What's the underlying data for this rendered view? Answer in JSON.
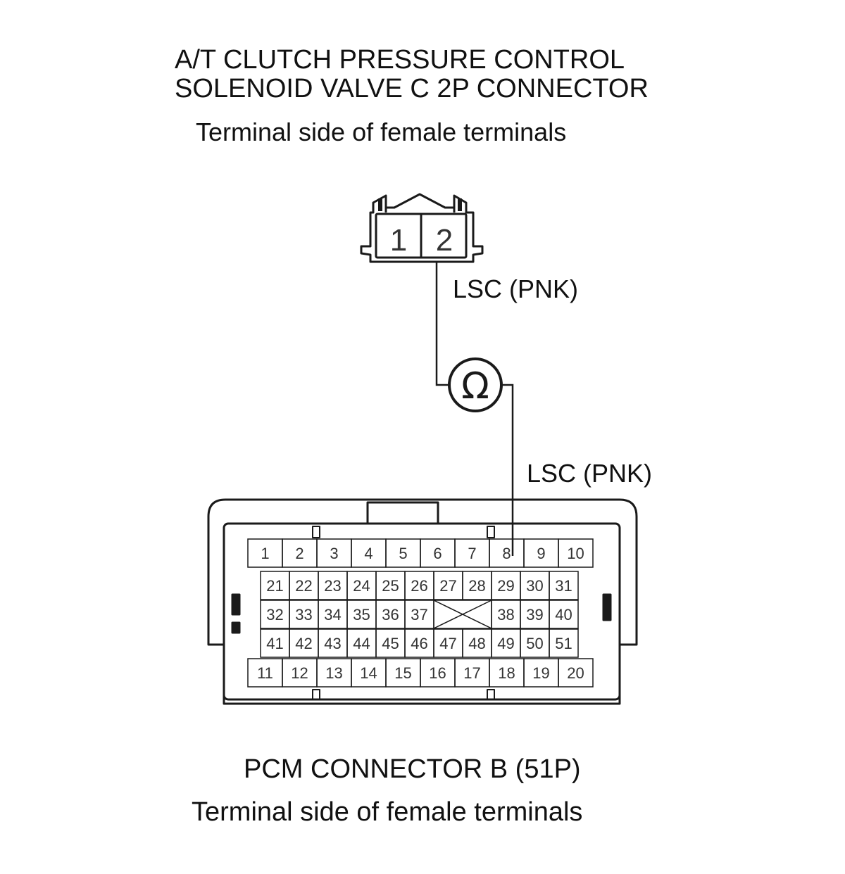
{
  "solenoid_connector": {
    "title_line1": "A/T CLUTCH PRESSURE CONTROL",
    "title_line2": "SOLENOID VALVE C 2P CONNECTOR",
    "view_note": "Terminal side of female terminals",
    "pins": [
      "1",
      "2"
    ]
  },
  "wire_upper": {
    "label": "LSC (PNK)"
  },
  "meter": {
    "symbol": "Ω",
    "icon": "ohmmeter-icon"
  },
  "wire_lower": {
    "label": "LSC (PNK)"
  },
  "pcm_connector": {
    "title": "PCM CONNECTOR B (51P)",
    "view_note": "Terminal side of female terminals",
    "rows": [
      [
        "1",
        "2",
        "3",
        "4",
        "5",
        "6",
        "7",
        "8",
        "9",
        "10"
      ],
      [
        "21",
        "22",
        "23",
        "24",
        "25",
        "26",
        "27",
        "28",
        "29",
        "30",
        "31"
      ],
      [
        "32",
        "33",
        "34",
        "35",
        "36",
        "37",
        "",
        "",
        "38",
        "39",
        "40"
      ],
      [
        "41",
        "42",
        "43",
        "44",
        "45",
        "46",
        "47",
        "48",
        "49",
        "50",
        "51"
      ],
      [
        "11",
        "12",
        "13",
        "14",
        "15",
        "16",
        "17",
        "18",
        "19",
        "20"
      ]
    ]
  },
  "colors": {
    "line": "#1a1a1a",
    "pin_text": "#333333",
    "background": "#ffffff"
  }
}
